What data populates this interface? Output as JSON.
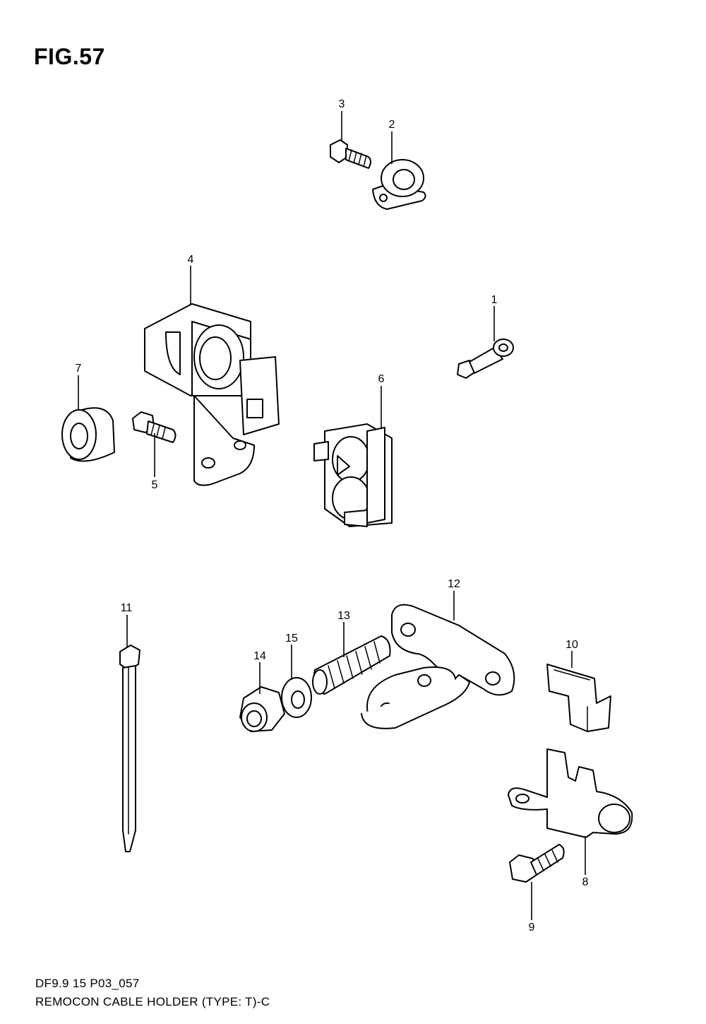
{
  "figure": {
    "title": "FIG.57"
  },
  "footer": {
    "code": "DF9.9 15 P03_057",
    "caption": "REMOCON CABLE HOLDER (TYPE: T)-C"
  },
  "callouts": {
    "c1": "1",
    "c2": "2",
    "c3": "3",
    "c4": "4",
    "c5": "5",
    "c6": "6",
    "c7": "7",
    "c8": "8",
    "c9": "9",
    "c10": "10",
    "c11": "11",
    "c12": "12",
    "c13": "13",
    "c14": "14",
    "c15": "15"
  }
}
